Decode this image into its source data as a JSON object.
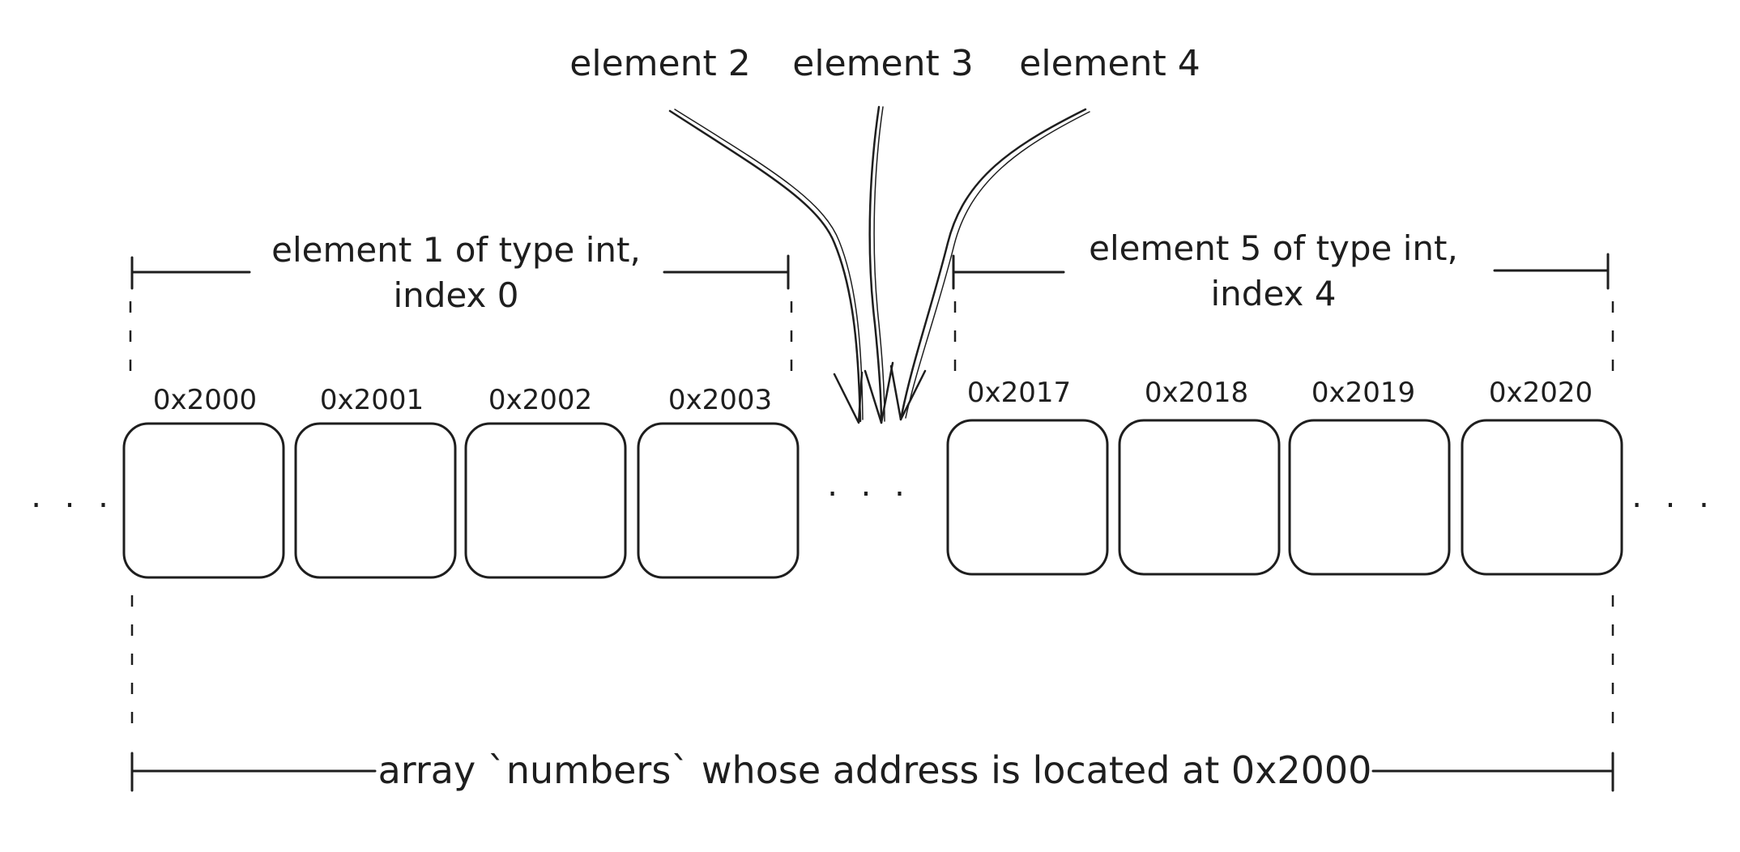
{
  "top_labels": [
    "element 2",
    "element 3",
    "element 4"
  ],
  "left_group": {
    "label_line1": "element 1 of type int,",
    "label_line2": "index 0",
    "addresses": [
      "0x2000",
      "0x2001",
      "0x2002",
      "0x2003"
    ]
  },
  "right_group": {
    "label_line1": "element 5 of type int,",
    "label_line2": "index 4",
    "addresses": [
      "0x2017",
      "0x2018",
      "0x2019",
      "0x2020"
    ]
  },
  "ellipsis": ". . .",
  "array_label": "array `numbers` whose address is located at 0x2000"
}
